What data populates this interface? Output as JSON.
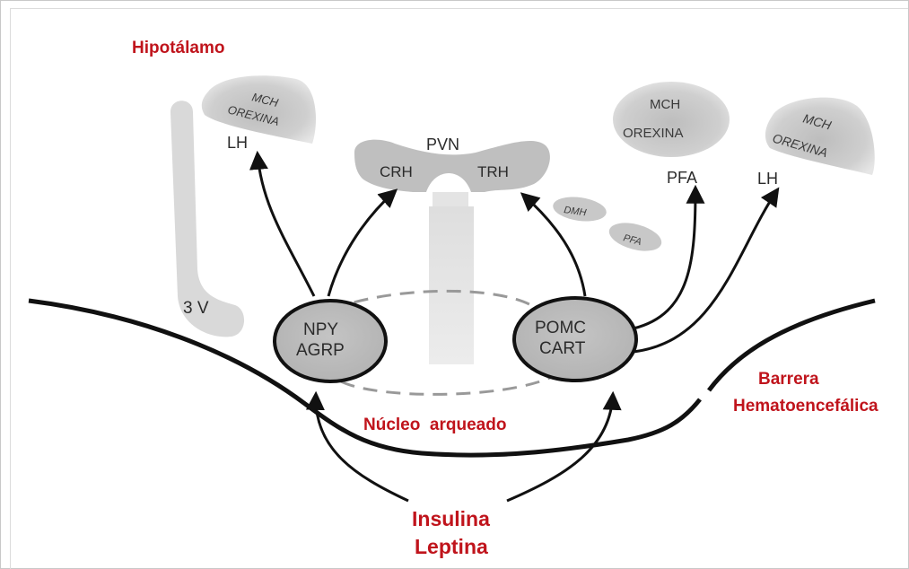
{
  "labels": {
    "hypothalamus": "Hipotálamo",
    "third_ventricle": "3 V",
    "left_lateral_area": "LH",
    "left_mch": "MCH",
    "left_orexin": "OREXINA",
    "pvn": "PVN",
    "crh": "CRH",
    "trh": "TRH",
    "dmh": "DMH",
    "pfa_small": "PFA",
    "right_mch_center": "MCH",
    "right_orexin_center": "OREXINA",
    "pfa": "PFA",
    "right_mch": "MCH",
    "right_orexin": "OREXINA",
    "right_lateral_area": "LH",
    "npy": "NPY",
    "agrp": "AGRP",
    "pomc": "POMC",
    "cart": "CART",
    "arcuate_nucleus": "Núcleo  arqueado",
    "barrier_line1": "Barrera",
    "barrier_line2": "Hematoencefálica",
    "insulin": "Insulina",
    "leptin": "Leptina"
  },
  "colors": {
    "label_red": "#c0141c",
    "region_grey": "#d0d0d0",
    "outline_black": "#111111"
  }
}
